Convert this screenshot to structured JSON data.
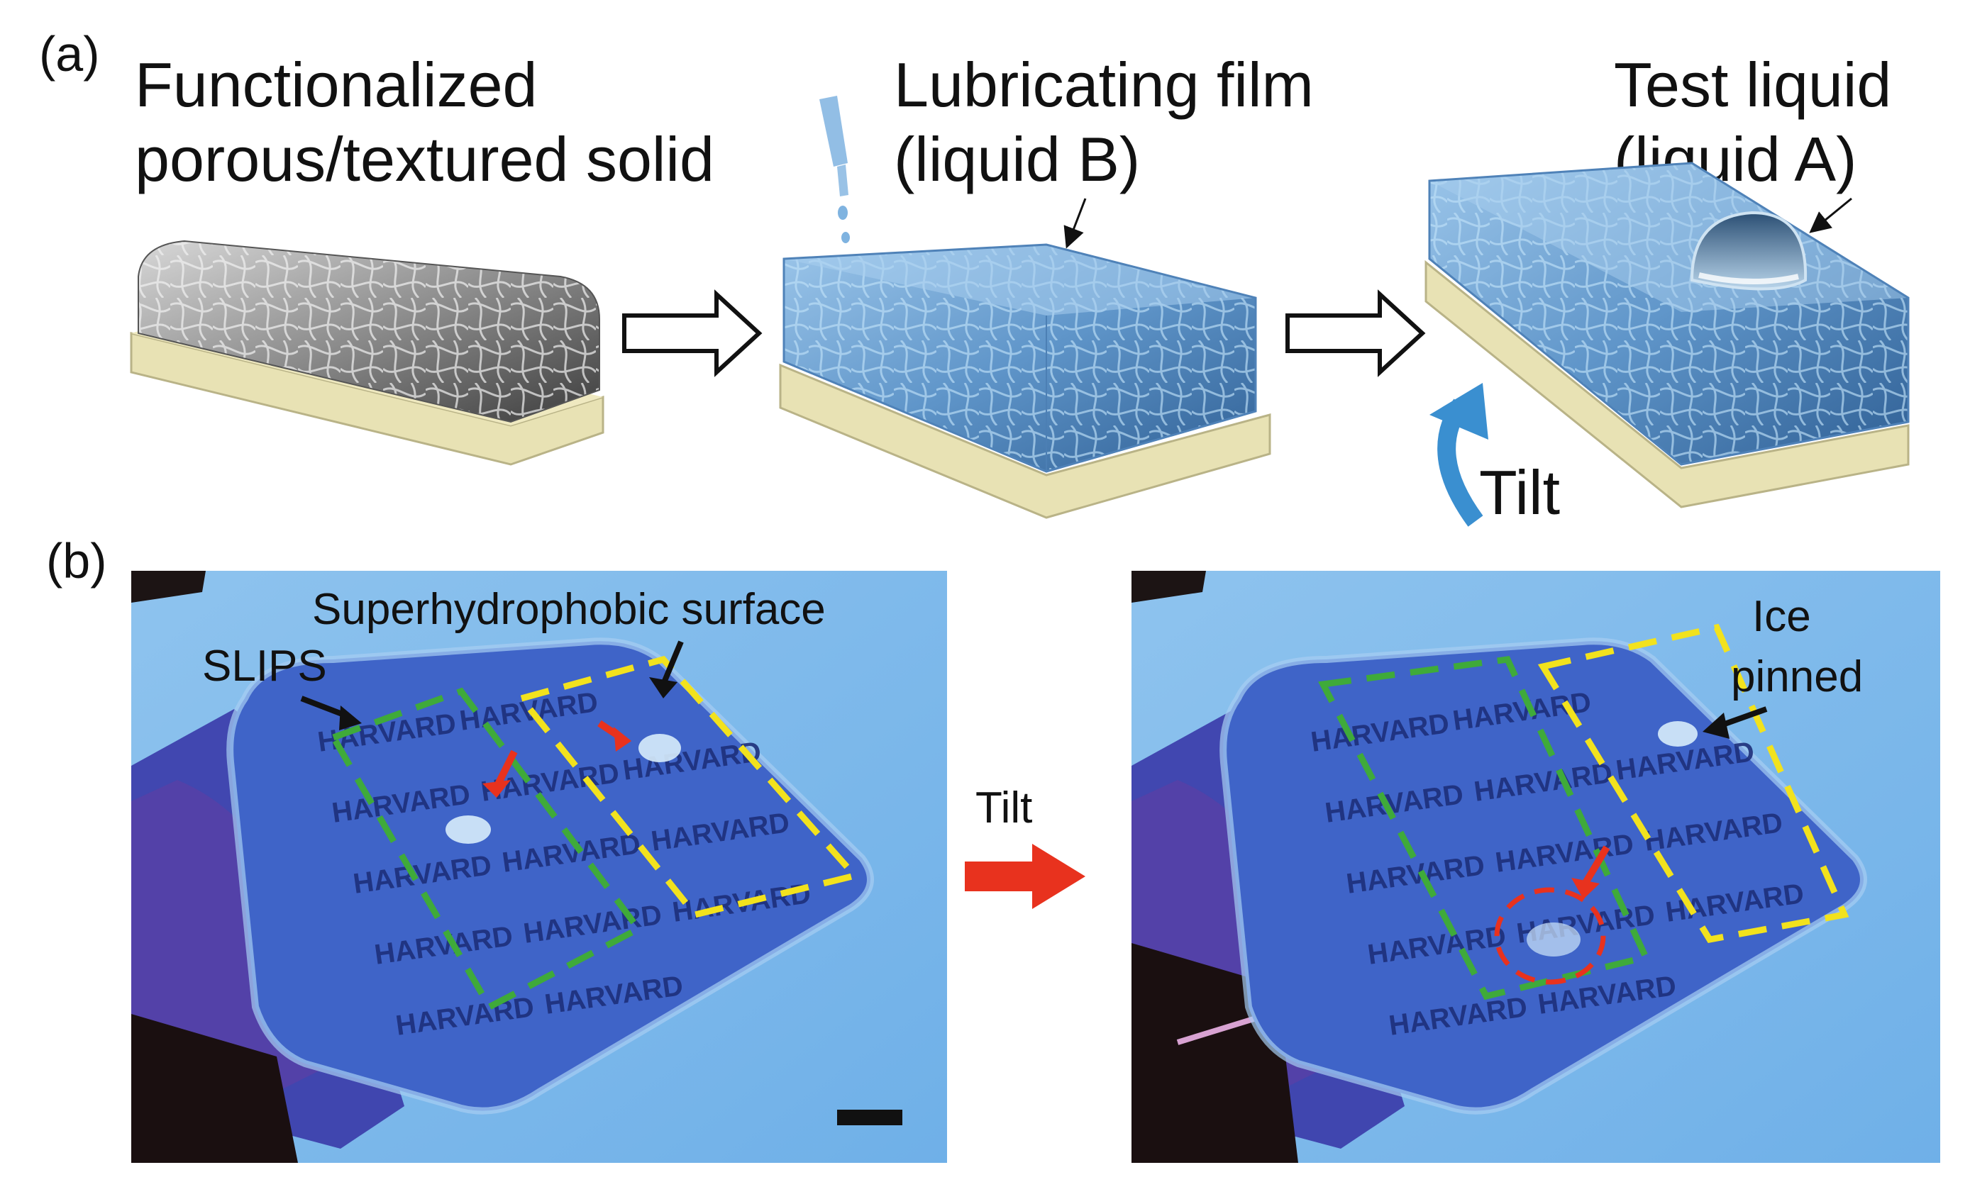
{
  "panel_a": {
    "letter": "(a)",
    "step1_label": [
      "Functionalized",
      "porous/textured solid"
    ],
    "step2_label": [
      "Lubricating film",
      "(liquid B)"
    ],
    "step3_label": [
      "Test liquid",
      "(liquid A)"
    ],
    "tilt_label": "Tilt"
  },
  "panel_b": {
    "letter": "(b)",
    "left_photo": {
      "label_superhydrophobic": "Superhydrophobic surface",
      "label_slips": "SLIPS",
      "tile_text": "HARVARD"
    },
    "arrow_label": "Tilt",
    "right_photo": {
      "label_ice": [
        "Ice",
        "pinned"
      ],
      "tile_text": "HARVARD"
    }
  },
  "colors": {
    "fiber_gray": "#9a9a9a",
    "substrate_beige": "#e8e2b4",
    "lubricant_blue": "#6aa7d8",
    "photo_blue": "#8ec3ee",
    "photo_dark_blue": "#2f4db8",
    "slips_box": "#3faa3a",
    "superhydrophobic_box": "#f2e21d",
    "tilt_arrow_blue": "#3a8fd0",
    "red_arrow": "#e8321e",
    "black": "#111111"
  }
}
